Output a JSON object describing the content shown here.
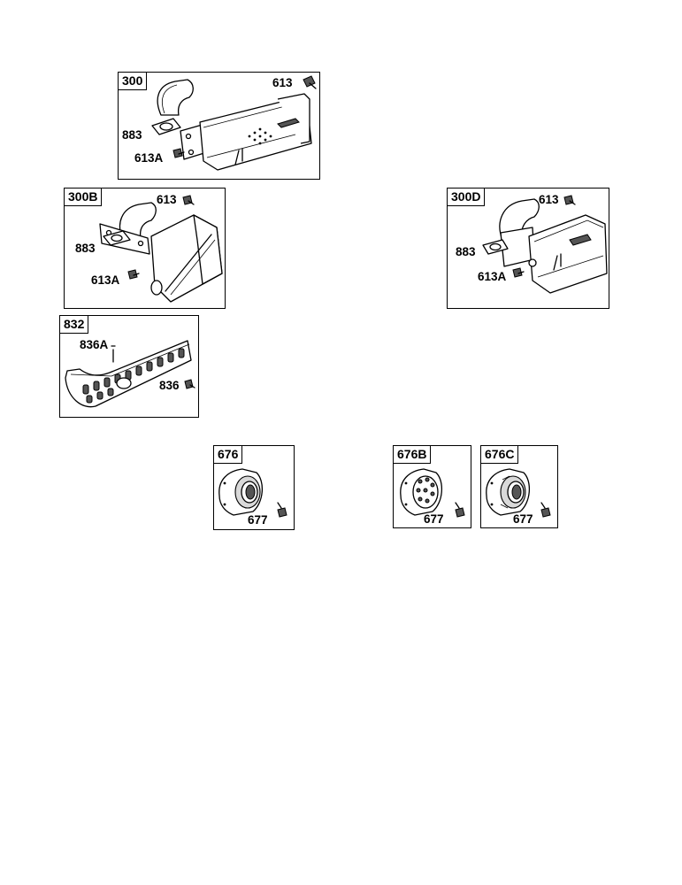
{
  "panels": {
    "p300": {
      "tag": "300",
      "callouts": {
        "a": "613",
        "b": "883",
        "c": "613A"
      }
    },
    "p300b": {
      "tag": "300B",
      "callouts": {
        "a": "613",
        "b": "883",
        "c": "613A"
      }
    },
    "p300d": {
      "tag": "300D",
      "callouts": {
        "a": "613",
        "b": "883",
        "c": "613A"
      }
    },
    "p832": {
      "tag": "832",
      "callouts": {
        "a": "836A",
        "b": "836"
      }
    },
    "p676": {
      "tag": "676",
      "callouts": {
        "a": "677"
      }
    },
    "p676b": {
      "tag": "676B",
      "callouts": {
        "a": "677"
      }
    },
    "p676c": {
      "tag": "676C",
      "callouts": {
        "a": "677"
      }
    }
  },
  "colors": {
    "line": "#000000",
    "background": "#ffffff",
    "shade": "#d9d9d9"
  },
  "icons": {
    "muffler": "muffler-icon",
    "screw": "screw-icon",
    "gasket": "gasket-icon",
    "guard": "muffler-guard-icon",
    "deflector": "deflector-icon"
  }
}
